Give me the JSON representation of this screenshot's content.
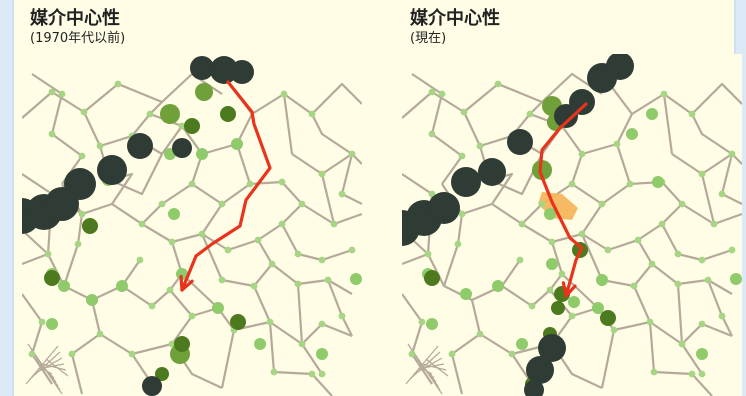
{
  "figure": {
    "panels": [
      {
        "title": "媒介中心性",
        "subtitle": "(1970年代以前)"
      },
      {
        "title": "媒介中心性",
        "subtitle": "(現在)"
      }
    ]
  },
  "colors": {
    "background": "#fffde6",
    "road": "#b5a99a",
    "node_small": "#a6d683",
    "node_light": "#8fca6b",
    "node_mid": "#6fa03a",
    "node_dark": "#4d7a1e",
    "node_darkest": "#2f3b35",
    "route_arrow": "#e8341c",
    "highlight": "#f5b256"
  },
  "legend_semantics": {
    "node_size_and_darkness": "betweenness-centrality"
  }
}
